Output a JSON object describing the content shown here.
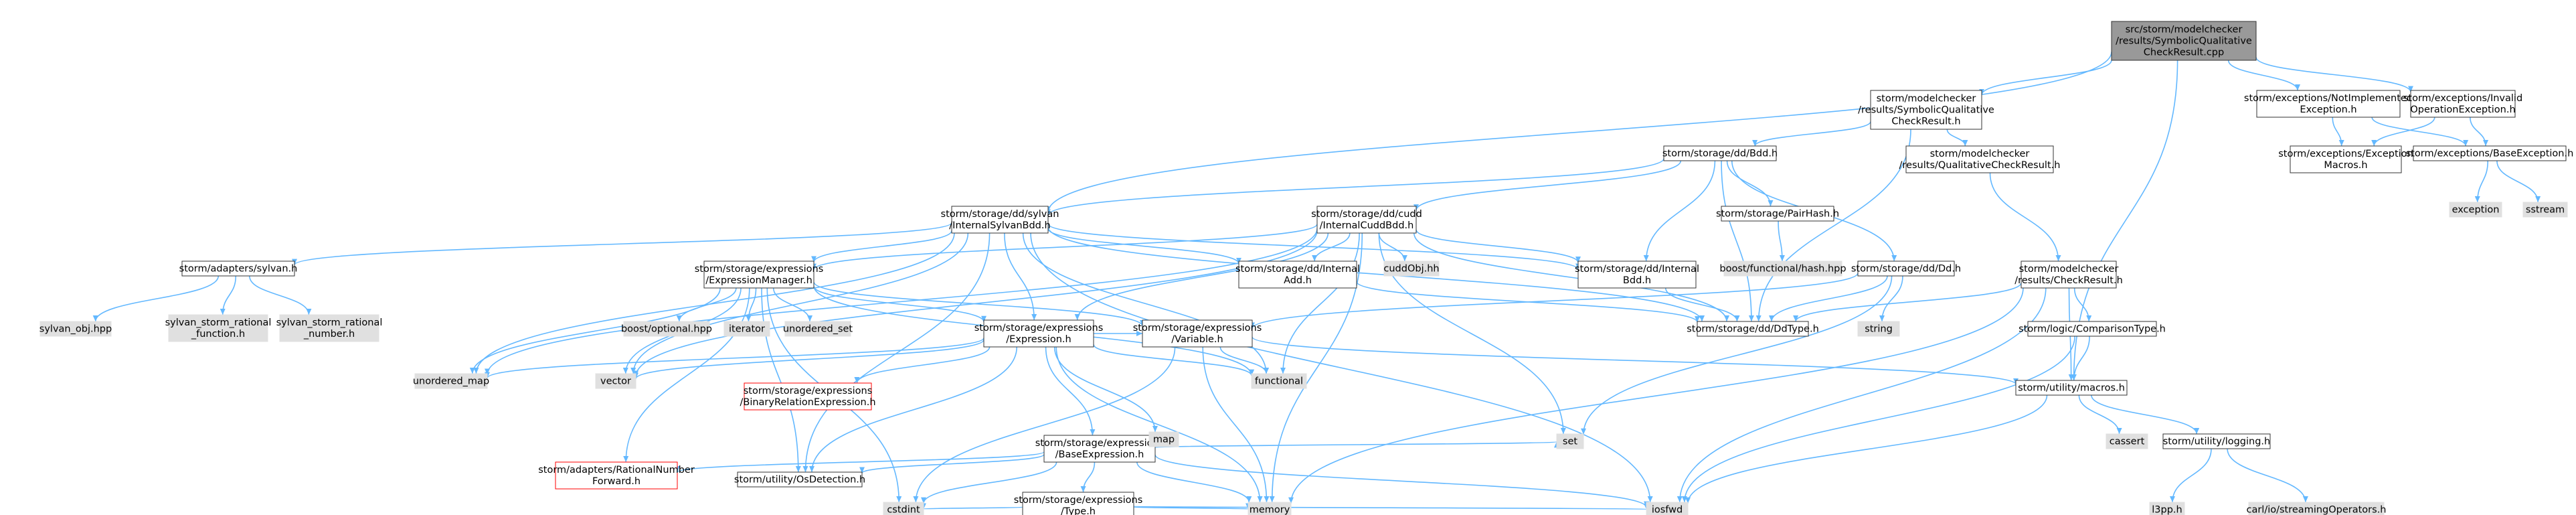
{
  "colors": {
    "edge": "#63B8FF",
    "node_border": "#333333",
    "node_fill": "#ffffff",
    "root_fill": "#999999",
    "external_fill": "#e0e0e0",
    "truncated_border": "#ff0000"
  },
  "nodes": [
    {
      "id": "root",
      "lines": [
        "src/storm/modelchecker",
        "/results/SymbolicQualitative",
        "CheckResult.cpp"
      ],
      "kind": "root"
    },
    {
      "id": "symh",
      "lines": [
        "storm/modelchecker",
        "/results/SymbolicQualitative",
        "CheckResult.h"
      ],
      "kind": "normal"
    },
    {
      "id": "notimpl",
      "lines": [
        "storm/exceptions/NotImplemented",
        "Exception.h"
      ],
      "kind": "normal"
    },
    {
      "id": "invalidop",
      "lines": [
        "storm/exceptions/Invalid",
        "OperationException.h"
      ],
      "kind": "normal"
    },
    {
      "id": "bdd",
      "lines": [
        "storm/storage/dd/Bdd.h"
      ],
      "kind": "normal"
    },
    {
      "id": "qualcr",
      "lines": [
        "storm/modelchecker",
        "/results/QualitativeCheckResult.h"
      ],
      "kind": "normal"
    },
    {
      "id": "excmacros",
      "lines": [
        "storm/exceptions/Exception",
        "Macros.h"
      ],
      "kind": "normal"
    },
    {
      "id": "baseexc",
      "lines": [
        "storm/exceptions/BaseException.h"
      ],
      "kind": "normal"
    },
    {
      "id": "sylvanbdd",
      "lines": [
        "storm/storage/dd/sylvan",
        "/InternalSylvanBdd.h"
      ],
      "kind": "normal"
    },
    {
      "id": "cuddbdd",
      "lines": [
        "storm/storage/dd/cudd",
        "/InternalCuddBdd.h"
      ],
      "kind": "normal"
    },
    {
      "id": "pairhash",
      "lines": [
        "storm/storage/PairHash.h"
      ],
      "kind": "normal"
    },
    {
      "id": "exception",
      "lines": [
        "exception"
      ],
      "kind": "external"
    },
    {
      "id": "sstream",
      "lines": [
        "sstream"
      ],
      "kind": "external"
    },
    {
      "id": "adaptsylvan",
      "lines": [
        "storm/adapters/sylvan.h"
      ],
      "kind": "normal"
    },
    {
      "id": "exprmgr",
      "lines": [
        "storm/storage/expressions",
        "/ExpressionManager.h"
      ],
      "kind": "normal"
    },
    {
      "id": "internaladd",
      "lines": [
        "storm/storage/dd/Internal",
        "Add.h"
      ],
      "kind": "normal"
    },
    {
      "id": "cuddobj",
      "lines": [
        "cuddObj.hh"
      ],
      "kind": "external"
    },
    {
      "id": "internalbdd",
      "lines": [
        "storm/storage/dd/Internal",
        "Bdd.h"
      ],
      "kind": "normal"
    },
    {
      "id": "boosthash",
      "lines": [
        "boost/functional/hash.hpp"
      ],
      "kind": "external"
    },
    {
      "id": "dd",
      "lines": [
        "storm/storage/dd/Dd.h"
      ],
      "kind": "normal"
    },
    {
      "id": "checkresult",
      "lines": [
        "storm/modelchecker",
        "/results/CheckResult.h"
      ],
      "kind": "normal"
    },
    {
      "id": "sylvanobj",
      "lines": [
        "sylvan_obj.hpp"
      ],
      "kind": "external"
    },
    {
      "id": "srfunc",
      "lines": [
        "sylvan_storm_rational",
        "_function.h"
      ],
      "kind": "external"
    },
    {
      "id": "srnum",
      "lines": [
        "sylvan_storm_rational",
        "_number.h"
      ],
      "kind": "external"
    },
    {
      "id": "boostopt",
      "lines": [
        "boost/optional.hpp"
      ],
      "kind": "external"
    },
    {
      "id": "iterator",
      "lines": [
        "iterator"
      ],
      "kind": "external"
    },
    {
      "id": "unordset",
      "lines": [
        "unordered_set"
      ],
      "kind": "external"
    },
    {
      "id": "expression",
      "lines": [
        "storm/storage/expressions",
        "/Expression.h"
      ],
      "kind": "normal"
    },
    {
      "id": "variable",
      "lines": [
        "storm/storage/expressions",
        "/Variable.h"
      ],
      "kind": "normal"
    },
    {
      "id": "ddtype",
      "lines": [
        "storm/storage/dd/DdType.h"
      ],
      "kind": "normal"
    },
    {
      "id": "string",
      "lines": [
        "string"
      ],
      "kind": "external"
    },
    {
      "id": "comptype",
      "lines": [
        "storm/logic/ComparisonType.h"
      ],
      "kind": "normal"
    },
    {
      "id": "unordmap",
      "lines": [
        "unordered_map"
      ],
      "kind": "external"
    },
    {
      "id": "vector",
      "lines": [
        "vector"
      ],
      "kind": "external"
    },
    {
      "id": "binrel",
      "lines": [
        "storm/storage/expressions",
        "/BinaryRelationExpression.h"
      ],
      "kind": "truncated"
    },
    {
      "id": "functional",
      "lines": [
        "functional"
      ],
      "kind": "external"
    },
    {
      "id": "macros",
      "lines": [
        "storm/utility/macros.h"
      ],
      "kind": "normal"
    },
    {
      "id": "baseexpr",
      "lines": [
        "storm/storage/expressions",
        "/BaseExpression.h"
      ],
      "kind": "normal"
    },
    {
      "id": "map",
      "lines": [
        "map"
      ],
      "kind": "external"
    },
    {
      "id": "set",
      "lines": [
        "set"
      ],
      "kind": "external"
    },
    {
      "id": "ratnum",
      "lines": [
        "storm/adapters/RationalNumber",
        "Forward.h"
      ],
      "kind": "truncated"
    },
    {
      "id": "osdet",
      "lines": [
        "storm/utility/OsDetection.h"
      ],
      "kind": "normal"
    },
    {
      "id": "cassert",
      "lines": [
        "cassert"
      ],
      "kind": "external"
    },
    {
      "id": "logging",
      "lines": [
        "storm/utility/logging.h"
      ],
      "kind": "normal"
    },
    {
      "id": "type",
      "lines": [
        "storm/storage/expressions",
        "/Type.h"
      ],
      "kind": "normal"
    },
    {
      "id": "cstdint",
      "lines": [
        "cstdint"
      ],
      "kind": "external"
    },
    {
      "id": "memory",
      "lines": [
        "memory"
      ],
      "kind": "external"
    },
    {
      "id": "iosfwd",
      "lines": [
        "iosfwd"
      ],
      "kind": "external"
    },
    {
      "id": "l3pp",
      "lines": [
        "l3pp.h"
      ],
      "kind": "external"
    },
    {
      "id": "carlio",
      "lines": [
        "carl/io/streamingOperators.h"
      ],
      "kind": "external"
    }
  ],
  "edges": [
    [
      "root",
      "symh"
    ],
    [
      "root",
      "notimpl"
    ],
    [
      "root",
      "invalidop"
    ],
    [
      "root",
      "sylvanbdd"
    ],
    [
      "root",
      "macros"
    ],
    [
      "symh",
      "bdd"
    ],
    [
      "symh",
      "qualcr"
    ],
    [
      "symh",
      "ddtype"
    ],
    [
      "notimpl",
      "excmacros"
    ],
    [
      "notimpl",
      "baseexc"
    ],
    [
      "invalidop",
      "excmacros"
    ],
    [
      "invalidop",
      "baseexc"
    ],
    [
      "baseexc",
      "exception"
    ],
    [
      "baseexc",
      "sstream"
    ],
    [
      "bdd",
      "cuddbdd"
    ],
    [
      "bdd",
      "pairhash"
    ],
    [
      "bdd",
      "internalbdd"
    ],
    [
      "bdd",
      "dd"
    ],
    [
      "bdd",
      "ddtype"
    ],
    [
      "bdd",
      "sylvanbdd"
    ],
    [
      "pairhash",
      "boosthash"
    ],
    [
      "qualcr",
      "checkresult"
    ],
    [
      "checkresult",
      "comptype"
    ],
    [
      "checkresult",
      "macros"
    ],
    [
      "checkresult",
      "memory"
    ],
    [
      "checkresult",
      "iosfwd"
    ],
    [
      "checkresult",
      "ddtype"
    ],
    [
      "comptype",
      "macros"
    ],
    [
      "comptype",
      "iosfwd"
    ],
    [
      "sylvanbdd",
      "adaptsylvan"
    ],
    [
      "sylvanbdd",
      "exprmgr"
    ],
    [
      "sylvanbdd",
      "internaladd"
    ],
    [
      "sylvanbdd",
      "internalbdd"
    ],
    [
      "sylvanbdd",
      "expression"
    ],
    [
      "sylvanbdd",
      "ddtype"
    ],
    [
      "sylvanbdd",
      "unordmap"
    ],
    [
      "sylvanbdd",
      "vector"
    ],
    [
      "sylvanbdd",
      "functional"
    ],
    [
      "sylvanbdd",
      "iosfwd"
    ],
    [
      "sylvanbdd",
      "osdet"
    ],
    [
      "cuddbdd",
      "cuddobj"
    ],
    [
      "cuddbdd",
      "exprmgr"
    ],
    [
      "cuddbdd",
      "internaladd"
    ],
    [
      "cuddbdd",
      "internalbdd"
    ],
    [
      "cuddbdd",
      "ddtype"
    ],
    [
      "cuddbdd",
      "expression"
    ],
    [
      "cuddbdd",
      "unordmap"
    ],
    [
      "cuddbdd",
      "vector"
    ],
    [
      "cuddbdd",
      "functional"
    ],
    [
      "cuddbdd",
      "memory"
    ],
    [
      "cuddbdd",
      "set"
    ],
    [
      "adaptsylvan",
      "sylvanobj"
    ],
    [
      "adaptsylvan",
      "srfunc"
    ],
    [
      "adaptsylvan",
      "srnum"
    ],
    [
      "exprmgr",
      "boostopt"
    ],
    [
      "exprmgr",
      "iterator"
    ],
    [
      "exprmgr",
      "unordset"
    ],
    [
      "exprmgr",
      "expression"
    ],
    [
      "exprmgr",
      "variable"
    ],
    [
      "exprmgr",
      "unordmap"
    ],
    [
      "exprmgr",
      "vector"
    ],
    [
      "exprmgr",
      "functional"
    ],
    [
      "exprmgr",
      "ratnum"
    ],
    [
      "exprmgr",
      "osdet"
    ],
    [
      "exprmgr",
      "cstdint"
    ],
    [
      "internaladd",
      "ddtype"
    ],
    [
      "internalbdd",
      "ddtype"
    ],
    [
      "dd",
      "ddtype"
    ],
    [
      "dd",
      "string"
    ],
    [
      "dd",
      "variable"
    ],
    [
      "dd",
      "set"
    ],
    [
      "expression",
      "binrel"
    ],
    [
      "expression",
      "baseexpr"
    ],
    [
      "expression",
      "variable"
    ],
    [
      "expression",
      "functional"
    ],
    [
      "expression",
      "vector"
    ],
    [
      "expression",
      "unordmap"
    ],
    [
      "expression",
      "map"
    ],
    [
      "expression",
      "memory"
    ],
    [
      "expression",
      "osdet"
    ],
    [
      "variable",
      "functional"
    ],
    [
      "variable",
      "memory"
    ],
    [
      "variable",
      "macros"
    ],
    [
      "variable",
      "cstdint"
    ],
    [
      "baseexpr",
      "type"
    ],
    [
      "baseexpr",
      "map"
    ],
    [
      "baseexpr",
      "set"
    ],
    [
      "baseexpr",
      "memory"
    ],
    [
      "baseexpr",
      "iosfwd"
    ],
    [
      "baseexpr",
      "cstdint"
    ],
    [
      "baseexpr",
      "osdet"
    ],
    [
      "baseexpr",
      "ratnum"
    ],
    [
      "type",
      "memory"
    ],
    [
      "type",
      "iosfwd"
    ],
    [
      "type",
      "cstdint"
    ],
    [
      "macros",
      "cassert"
    ],
    [
      "macros",
      "logging"
    ],
    [
      "macros",
      "iosfwd"
    ],
    [
      "logging",
      "l3pp"
    ],
    [
      "logging",
      "carlio"
    ]
  ]
}
